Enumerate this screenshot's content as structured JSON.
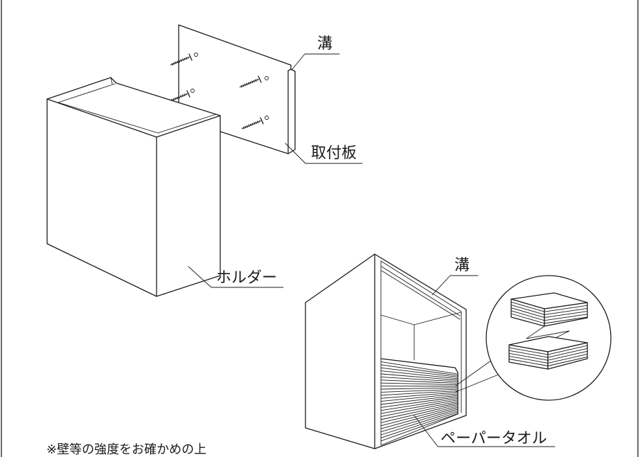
{
  "labels": {
    "top_groove": "溝",
    "mounting_plate": "取付板",
    "holder": "ホルダー",
    "interior_groove": "溝",
    "paper_towel": "ペーパータオル"
  },
  "note": "※壁等の強度をお確かめの上",
  "colors": {
    "line": "#1a1a1a",
    "background": "#ffffff"
  }
}
